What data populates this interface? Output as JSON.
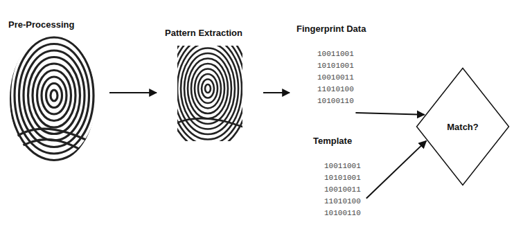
{
  "diagram": {
    "nodes": [
      {
        "text": [
          "Pre-Processing"
        ]
      },
      {
        "text": [
          "Pattern Extraction"
        ]
      },
      {
        "text": [
          "Fingerprint Data",
          "10011001 10101001 10010011 11010100 10100110"
        ]
      },
      {
        "text": [
          "Template",
          "10011001 10101001 10010011 11010100 10100110"
        ]
      },
      {
        "text": [
          "Match?"
        ]
      }
    ],
    "edges": [
      {
        "from": 0,
        "to": 1,
        "arrow": "to"
      },
      {
        "from": 1,
        "to": 2,
        "arrow": "to"
      },
      {
        "from": 2,
        "to": 4,
        "arrow": "to"
      },
      {
        "from": 3,
        "to": 4,
        "arrow": "to"
      }
    ]
  }
}
